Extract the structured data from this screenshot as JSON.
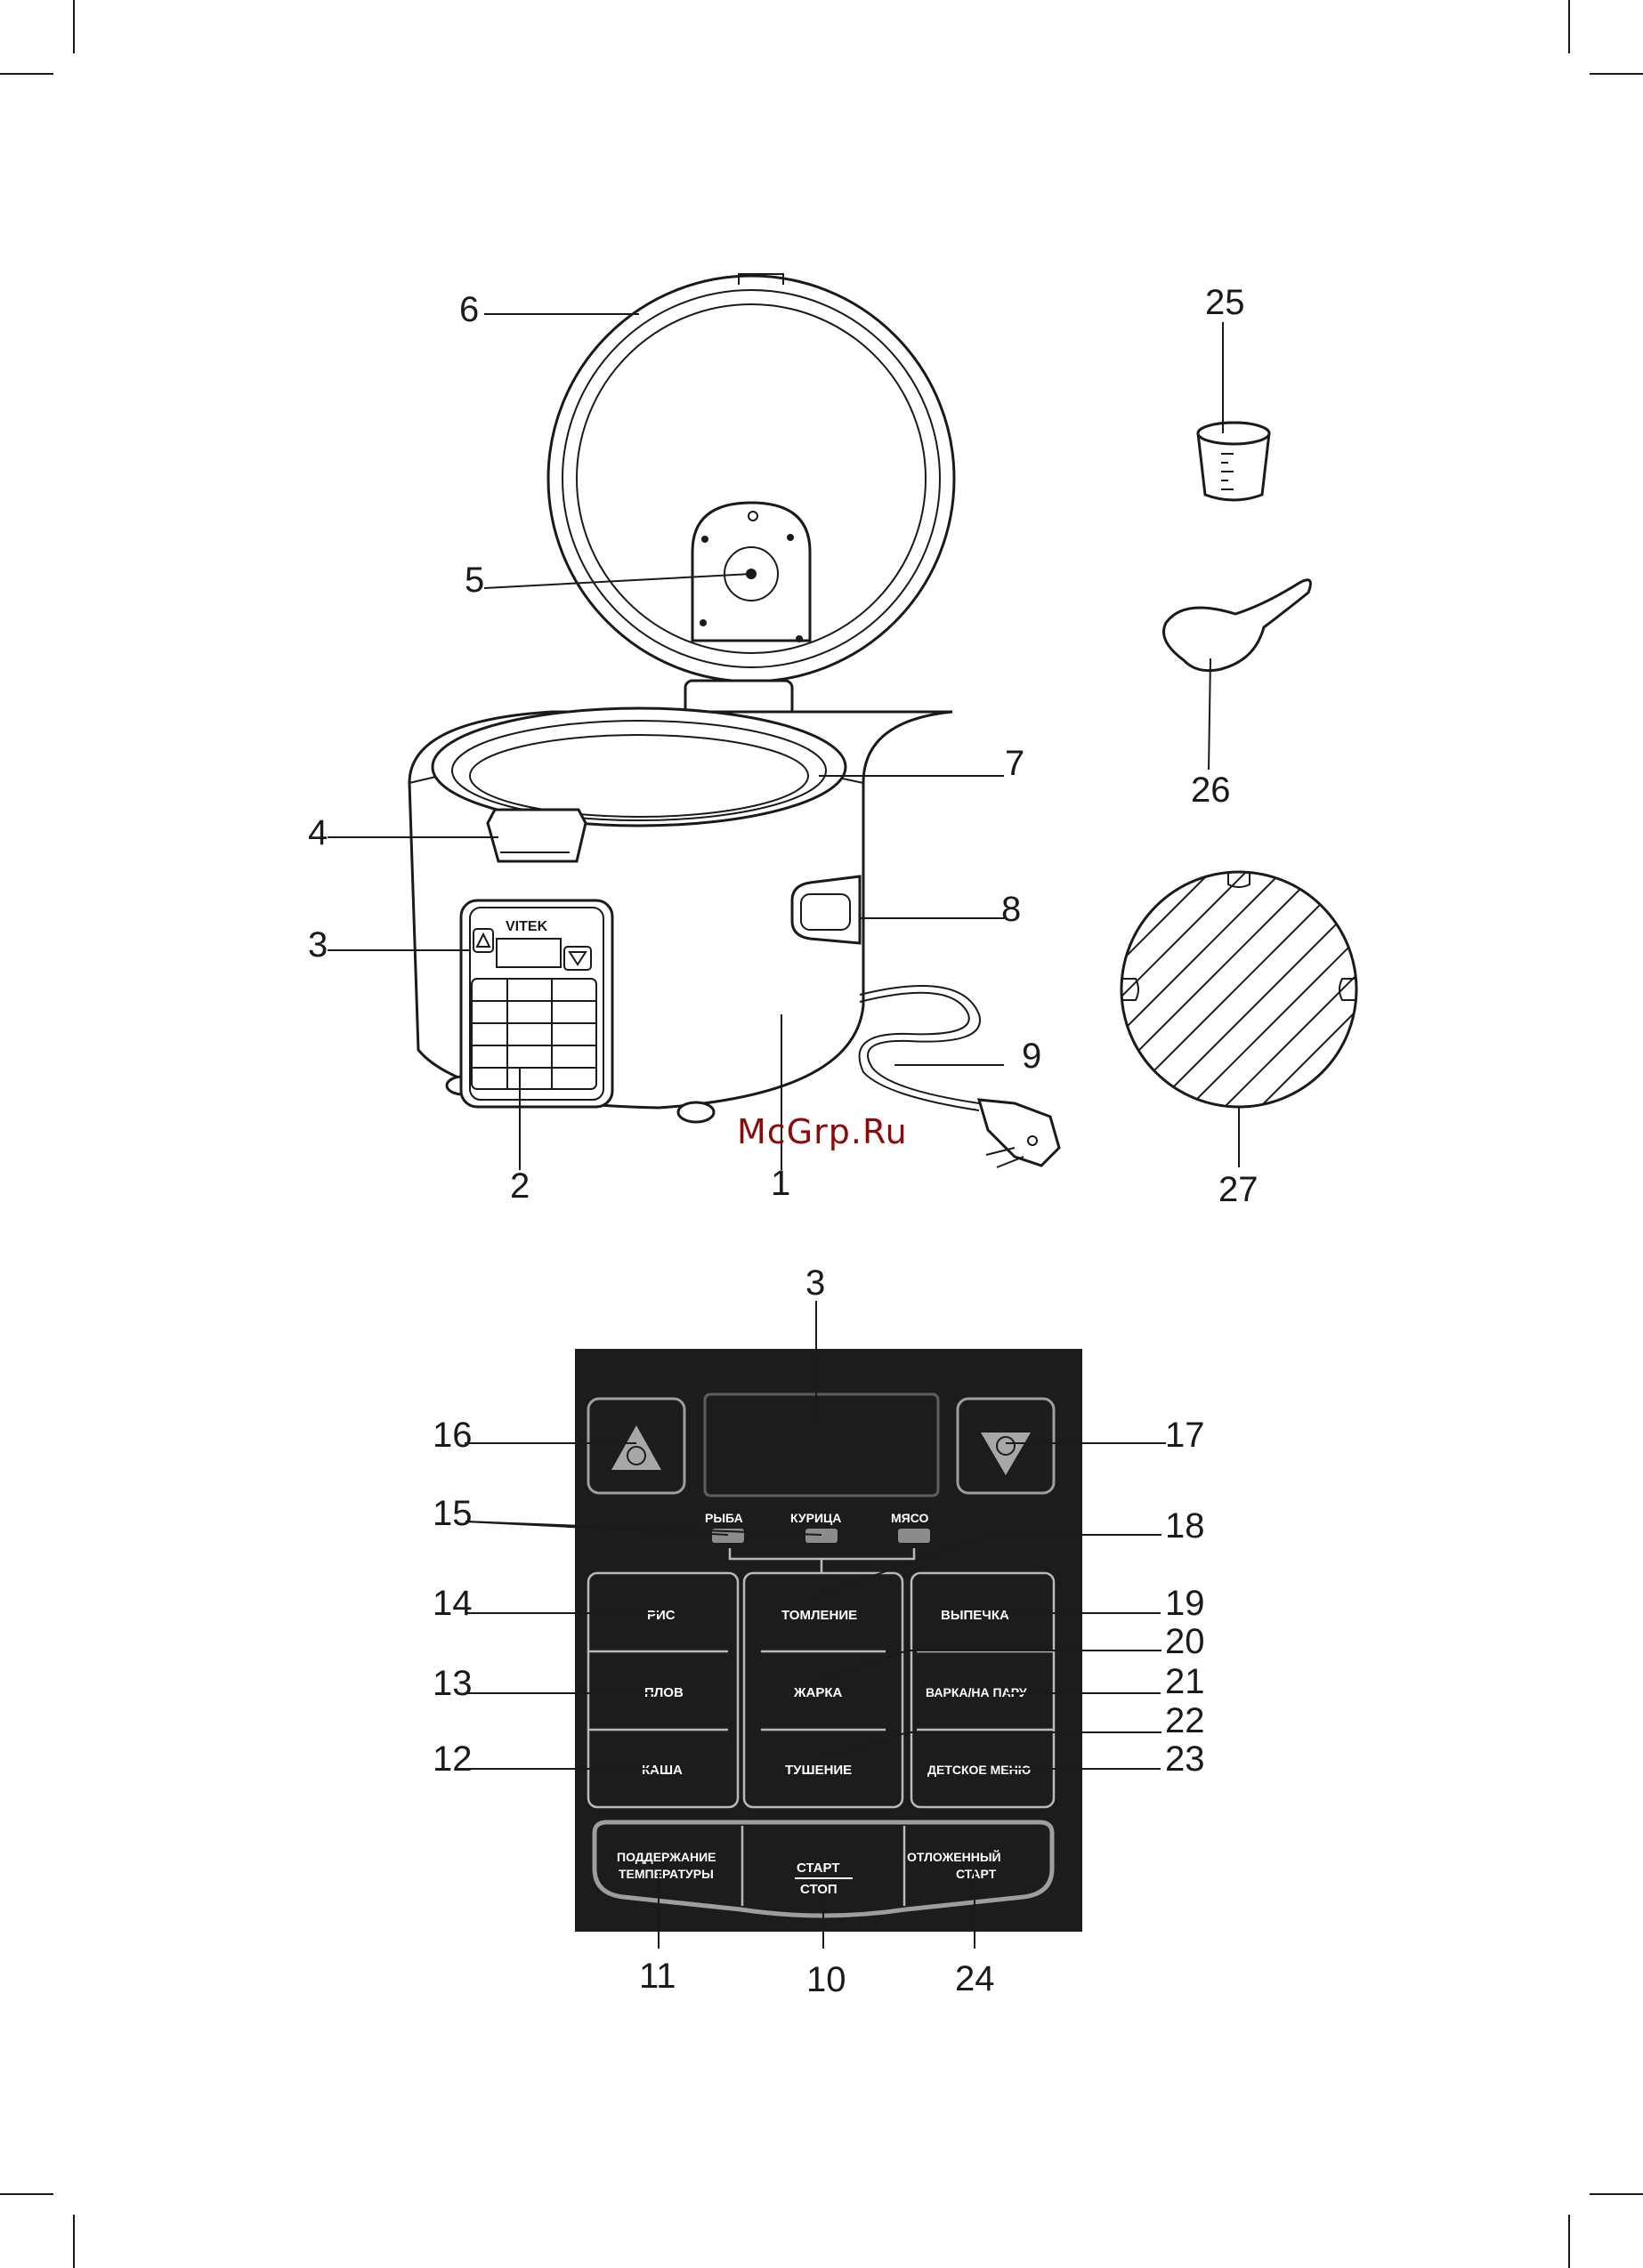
{
  "watermark": "McGrp.Ru",
  "brand": "VITEK",
  "callouts": {
    "c1": "1",
    "c2": "2",
    "c3": "3",
    "c4": "4",
    "c5": "5",
    "c6": "6",
    "c7": "7",
    "c8": "8",
    "c9": "9",
    "c10": "10",
    "c11": "11",
    "c12": "12",
    "c13": "13",
    "c14": "14",
    "c15": "15",
    "c16": "16",
    "c17": "17",
    "c18": "18",
    "c19": "19",
    "c20": "20",
    "c21": "21",
    "c22": "22",
    "c23": "23",
    "c24": "24",
    "c25": "25",
    "c26": "26",
    "c27": "27",
    "c3b": "3"
  },
  "panel": {
    "indicators": {
      "fish": "РЫБА",
      "chicken": "КУРИЦА",
      "meat": "МЯСО"
    },
    "left_column": {
      "rice": "РИС",
      "pilaf": "ПЛОВ",
      "porridge": "КАША"
    },
    "middle_column": {
      "simmer": "ТОМЛЕНИЕ",
      "fry": "ЖАРКА",
      "stew": "ТУШЕНИЕ"
    },
    "right_column": {
      "bake": "ВЫПЕЧКА",
      "steam": "ВАРКА/НА ПАРУ",
      "kids": "ДЕТСКОЕ МЕНЮ"
    },
    "bottom": {
      "keep_warm_1": "ПОДДЕРЖАНИЕ",
      "keep_warm_2": "ТЕМПЕРАТУРЫ",
      "start": "СТАРТ",
      "stop": "СТОП",
      "delay_1": "ОТЛОЖЕННЫЙ",
      "delay_2": "СТАРТ"
    }
  }
}
